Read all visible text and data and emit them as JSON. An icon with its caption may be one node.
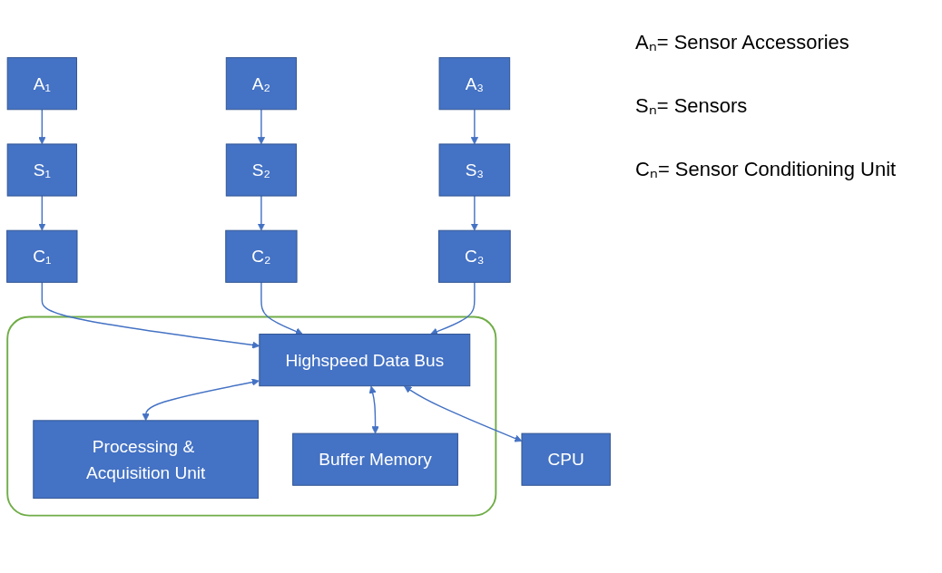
{
  "diagram": {
    "nodes": [
      {
        "text": [
          "A₁"
        ]
      },
      {
        "text": [
          "A₂"
        ]
      },
      {
        "text": [
          "A₃"
        ]
      },
      {
        "text": [
          "S₁"
        ]
      },
      {
        "text": [
          "S₂"
        ]
      },
      {
        "text": [
          "S₃"
        ]
      },
      {
        "text": [
          "C₁"
        ]
      },
      {
        "text": [
          "C₂"
        ]
      },
      {
        "text": [
          "C₃"
        ]
      },
      {
        "text": [],
        "shape": "box"
      },
      {
        "text": [
          "Highspeed Data Bus"
        ],
        "in": 9
      },
      {
        "text": [
          "CPU"
        ]
      },
      {
        "text": [
          "Processing & Acquisition Unit"
        ],
        "in": 9
      },
      {
        "text": [
          "Buffer Memory"
        ],
        "in": 9
      }
    ],
    "edges": [
      {
        "from": 0,
        "to": 3,
        "arrow": "to"
      },
      {
        "from": 1,
        "to": 4,
        "arrow": "to"
      },
      {
        "from": 2,
        "to": 5,
        "arrow": "to"
      },
      {
        "from": 3,
        "to": 6,
        "arrow": "to"
      },
      {
        "from": 4,
        "to": 7,
        "arrow": "to"
      },
      {
        "from": 5,
        "to": 8,
        "arrow": "to"
      },
      {
        "from": 6,
        "to": 10,
        "arrow": "to"
      },
      {
        "from": 7,
        "to": 10,
        "arrow": "to"
      },
      {
        "from": 8,
        "to": 10,
        "arrow": "to"
      },
      {
        "from": 10,
        "to": 11,
        "arrow": "both"
      },
      {
        "from": 10,
        "to": 12,
        "arrow": "both"
      },
      {
        "from": 10,
        "to": 13,
        "arrow": "both"
      }
    ],
    "labels": [
      "Aₙ= Sensor Accessories",
      "Sₙ= Sensors",
      "Cₙ= Sensor Conditioning Unit"
    ]
  }
}
